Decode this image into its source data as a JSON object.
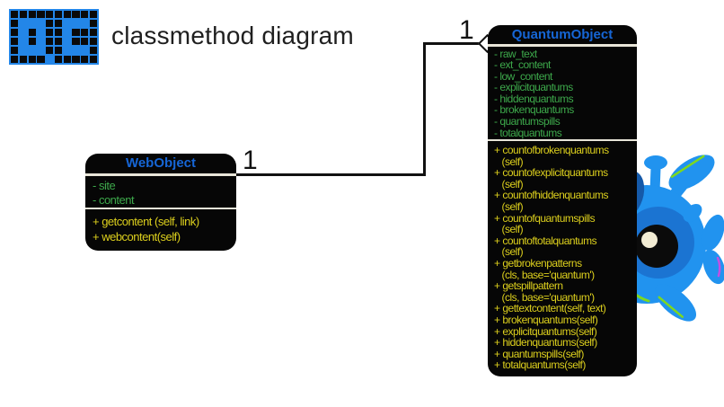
{
  "header": {
    "title": "classmethod diagram"
  },
  "logo": {
    "blue": "#2386e8",
    "black": "#0a0a0a",
    "pattern": [
      "..........",
      ".###..###.",
      ".#.#..#...",
      ".#.#..#...",
      ".###..###.",
      "....#....."
    ]
  },
  "diagram": {
    "relation": {
      "from_label": "1",
      "to_label": "1",
      "end_shape": "aggregation-diamond"
    },
    "classes": [
      {
        "name": "WebObject",
        "attributes": [
          "- site",
          "- content"
        ],
        "method_lines": [
          "+ getcontent (self, link)",
          "+ webcontent(self)"
        ]
      },
      {
        "name": "QuantumObject",
        "attributes": [
          "- raw_text",
          "- ext_content",
          "- low_content",
          "- explicitquantums",
          "- hiddenquantums",
          "- brokenquantums",
          "- quantumspills",
          "- totalquantums"
        ],
        "method_lines": [
          "+ countofbrokenquantums",
          "   (self)",
          "+ countofexplicitquantums",
          "   (self)",
          "+ countofhiddenquantums",
          "   (self)",
          "+ countofquantumspills",
          "   (self)",
          "+ countoftotalquantums",
          "   (self)",
          "+ getbrokenpatterns",
          "   (cls, base='quantum')",
          "+ getspillpattern",
          "   (cls, base='quantum')",
          "+ gettextcontent(self, text)",
          "+ brokenquantums(self)",
          "+ explicitquantums(self)",
          "+ hiddenquantums(self)",
          "+ quantumspills(self)",
          "+ totalquantums(self)"
        ]
      }
    ]
  },
  "colors": {
    "class_title_blue": "#1666d6",
    "attribute_green": "#3da94b",
    "method_yellow": "#dccf1d",
    "box_background": "#060606",
    "separator": "#e8e5d8",
    "connector": "#111111",
    "virus_body_blue": "#2193ef",
    "virus_inner_blue": "#1b74d2",
    "virus_highlight": "#f2ecd4",
    "virus_streak_lime": "#7ed81f",
    "virus_streak_purple": "#c44fe2"
  }
}
